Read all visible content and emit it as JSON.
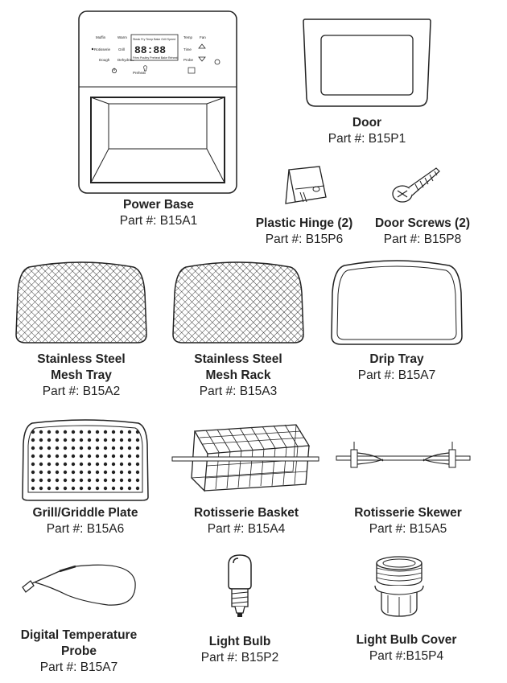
{
  "parts": {
    "power_base": {
      "name": "Power Base",
      "part": "Part #: B15A1"
    },
    "door": {
      "name": "Door",
      "part": "Part #: B15P1"
    },
    "hinge": {
      "name": "Plastic Hinge (2)",
      "part": "Part #: B15P6"
    },
    "screws": {
      "name": "Door Screws (2)",
      "part": "Part #: B15P8"
    },
    "mesh_tray": {
      "name": "Stainless Steel\nMesh Tray",
      "part": "Part #: B15A2"
    },
    "mesh_rack": {
      "name": "Stainless Steel\nMesh Rack",
      "part": "Part #: B15A3"
    },
    "drip_tray": {
      "name": "Drip Tray",
      "part": "Part #: B15A7"
    },
    "grill_plate": {
      "name": "Grill/Griddle Plate",
      "part": "Part #: B15A6"
    },
    "rot_basket": {
      "name": "Rotisserie Basket",
      "part": "Part #: B15A4"
    },
    "rot_skewer": {
      "name": "Rotisserie Skewer",
      "part": "Part #: B15A5"
    },
    "probe": {
      "name": "Digital Temperature\nProbe",
      "part": "Part #: B15A7"
    },
    "bulb": {
      "name": "Light Bulb",
      "part": "Part #: B15P2"
    },
    "bulb_cover": {
      "name": "Light Bulb Cover",
      "part": "Part #:B15P4"
    }
  },
  "panel": {
    "left_labels": [
      "Muffin",
      "Rotisserie",
      "Dough"
    ],
    "mid_labels": [
      "Warm",
      "Grill",
      "Dehydrate"
    ],
    "right_labels": [
      "Temp",
      "Time",
      "Probe"
    ],
    "far_labels": [
      "Fan",
      "",
      ""
    ],
    "display_top": "Steak  Fry  Temp  Bake  Grill  Speed",
    "display_digits": "88:88",
    "display_bottom": "Fries  Poultry  Preheat  Bake  Reheat",
    "preheat": "Preheat"
  }
}
